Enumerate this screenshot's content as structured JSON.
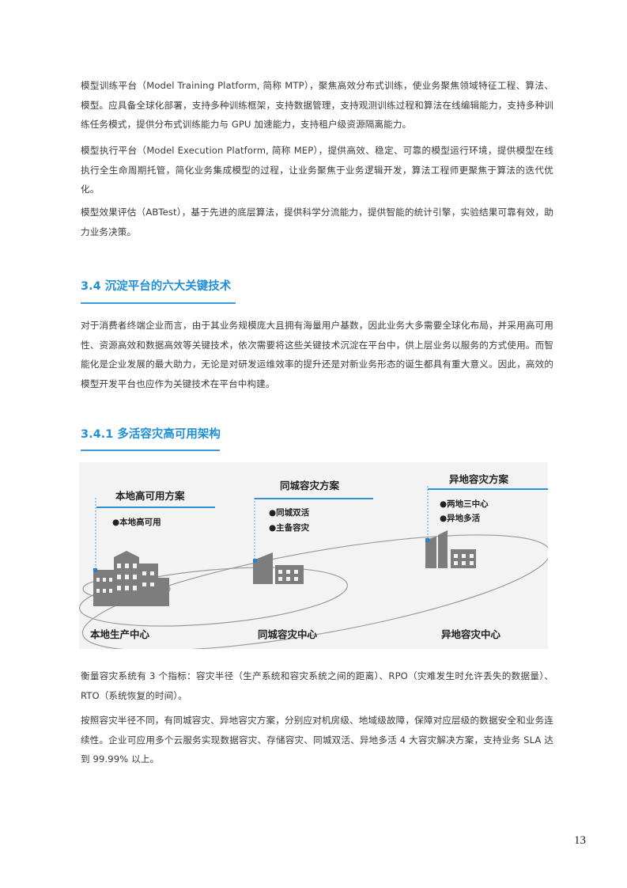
{
  "paragraphs": {
    "p1": "模型训练平台（Model Training Platform, 简称 MTP），聚焦高效分布式训练，使业务聚焦领域特征工程、算法、模型。应具备全球化部署，支持多种训练框架，支持数据管理，支持观测训练过程和算法在线编辑能力，支持多种训练任务模式，提供分布式训练能力与 GPU 加速能力，支持租户级资源隔离能力。",
    "p2": "模型执行平台（Model Execution Platform, 简称 MEP），提供高效、稳定、可靠的模型运行环境，提供模型在线执行全生命周期托管，简化业务集成模型的过程，让业务聚焦于业务逻辑开发，算法工程师更聚焦于算法的迭代优化。",
    "p3": "模型效果评估（ABTest），基于先进的底层算法，提供科学分流能力，提供智能的统计引擎，实验结果可靠有效，助力业务决策。",
    "p4": "对于消费者终端企业而言，由于其业务规模庞大且拥有海量用户基数，因此业务大多需要全球化布局，并采用高可用性、资源高效和数据高效等关键技术，依次需要将这些关键技术沉淀在平台中，供上层业务以服务的方式使用。而智能化是企业发展的最大助力，无论是对研发运维效率的提升还是对新业务形态的诞生都具有重大意义。因此，高效的模型开发平台也应作为关键技术在平台中构建。",
    "p5": "衡量容灾系统有 3 个指标：容灾半径（生产系统和容灾系统之间的距离）、RPO（灾难发生时允许丢失的数据量）、RTO（系统恢复的时间）。",
    "p6": "按照容灾半径不同，有同城容灾、异地容灾方案，分别应对机房级、地域级故障，保障对应层级的数据安全和业务连续性。企业可应用多个云服务实现数据容灾、存储容灾、同城双活、异地多活 4 大容灾解决方案，支持业务 SLA 达到 99.99% 以上。"
  },
  "headings": {
    "h1": "3.4  沉淀平台的六大关键技术",
    "h2": "3.4.1  多活容灾高可用架构"
  },
  "diagram": {
    "local": {
      "title": "本地高可用方案",
      "items": [
        "●本地高可用"
      ],
      "label": "本地生产中心"
    },
    "samecity": {
      "title": "同城容灾方案",
      "items": [
        "●同城双活",
        "●主备容灾"
      ],
      "label": "同城容灾中心"
    },
    "remote": {
      "title": "异地容灾方案",
      "items": [
        "●两地三中心",
        "●异地多活"
      ],
      "label": "异地容灾中心"
    },
    "icons": [
      "building-icon"
    ]
  },
  "page_number": "13",
  "colors": {
    "accent": "#1f8fd6",
    "building": "#7d7d7d"
  }
}
